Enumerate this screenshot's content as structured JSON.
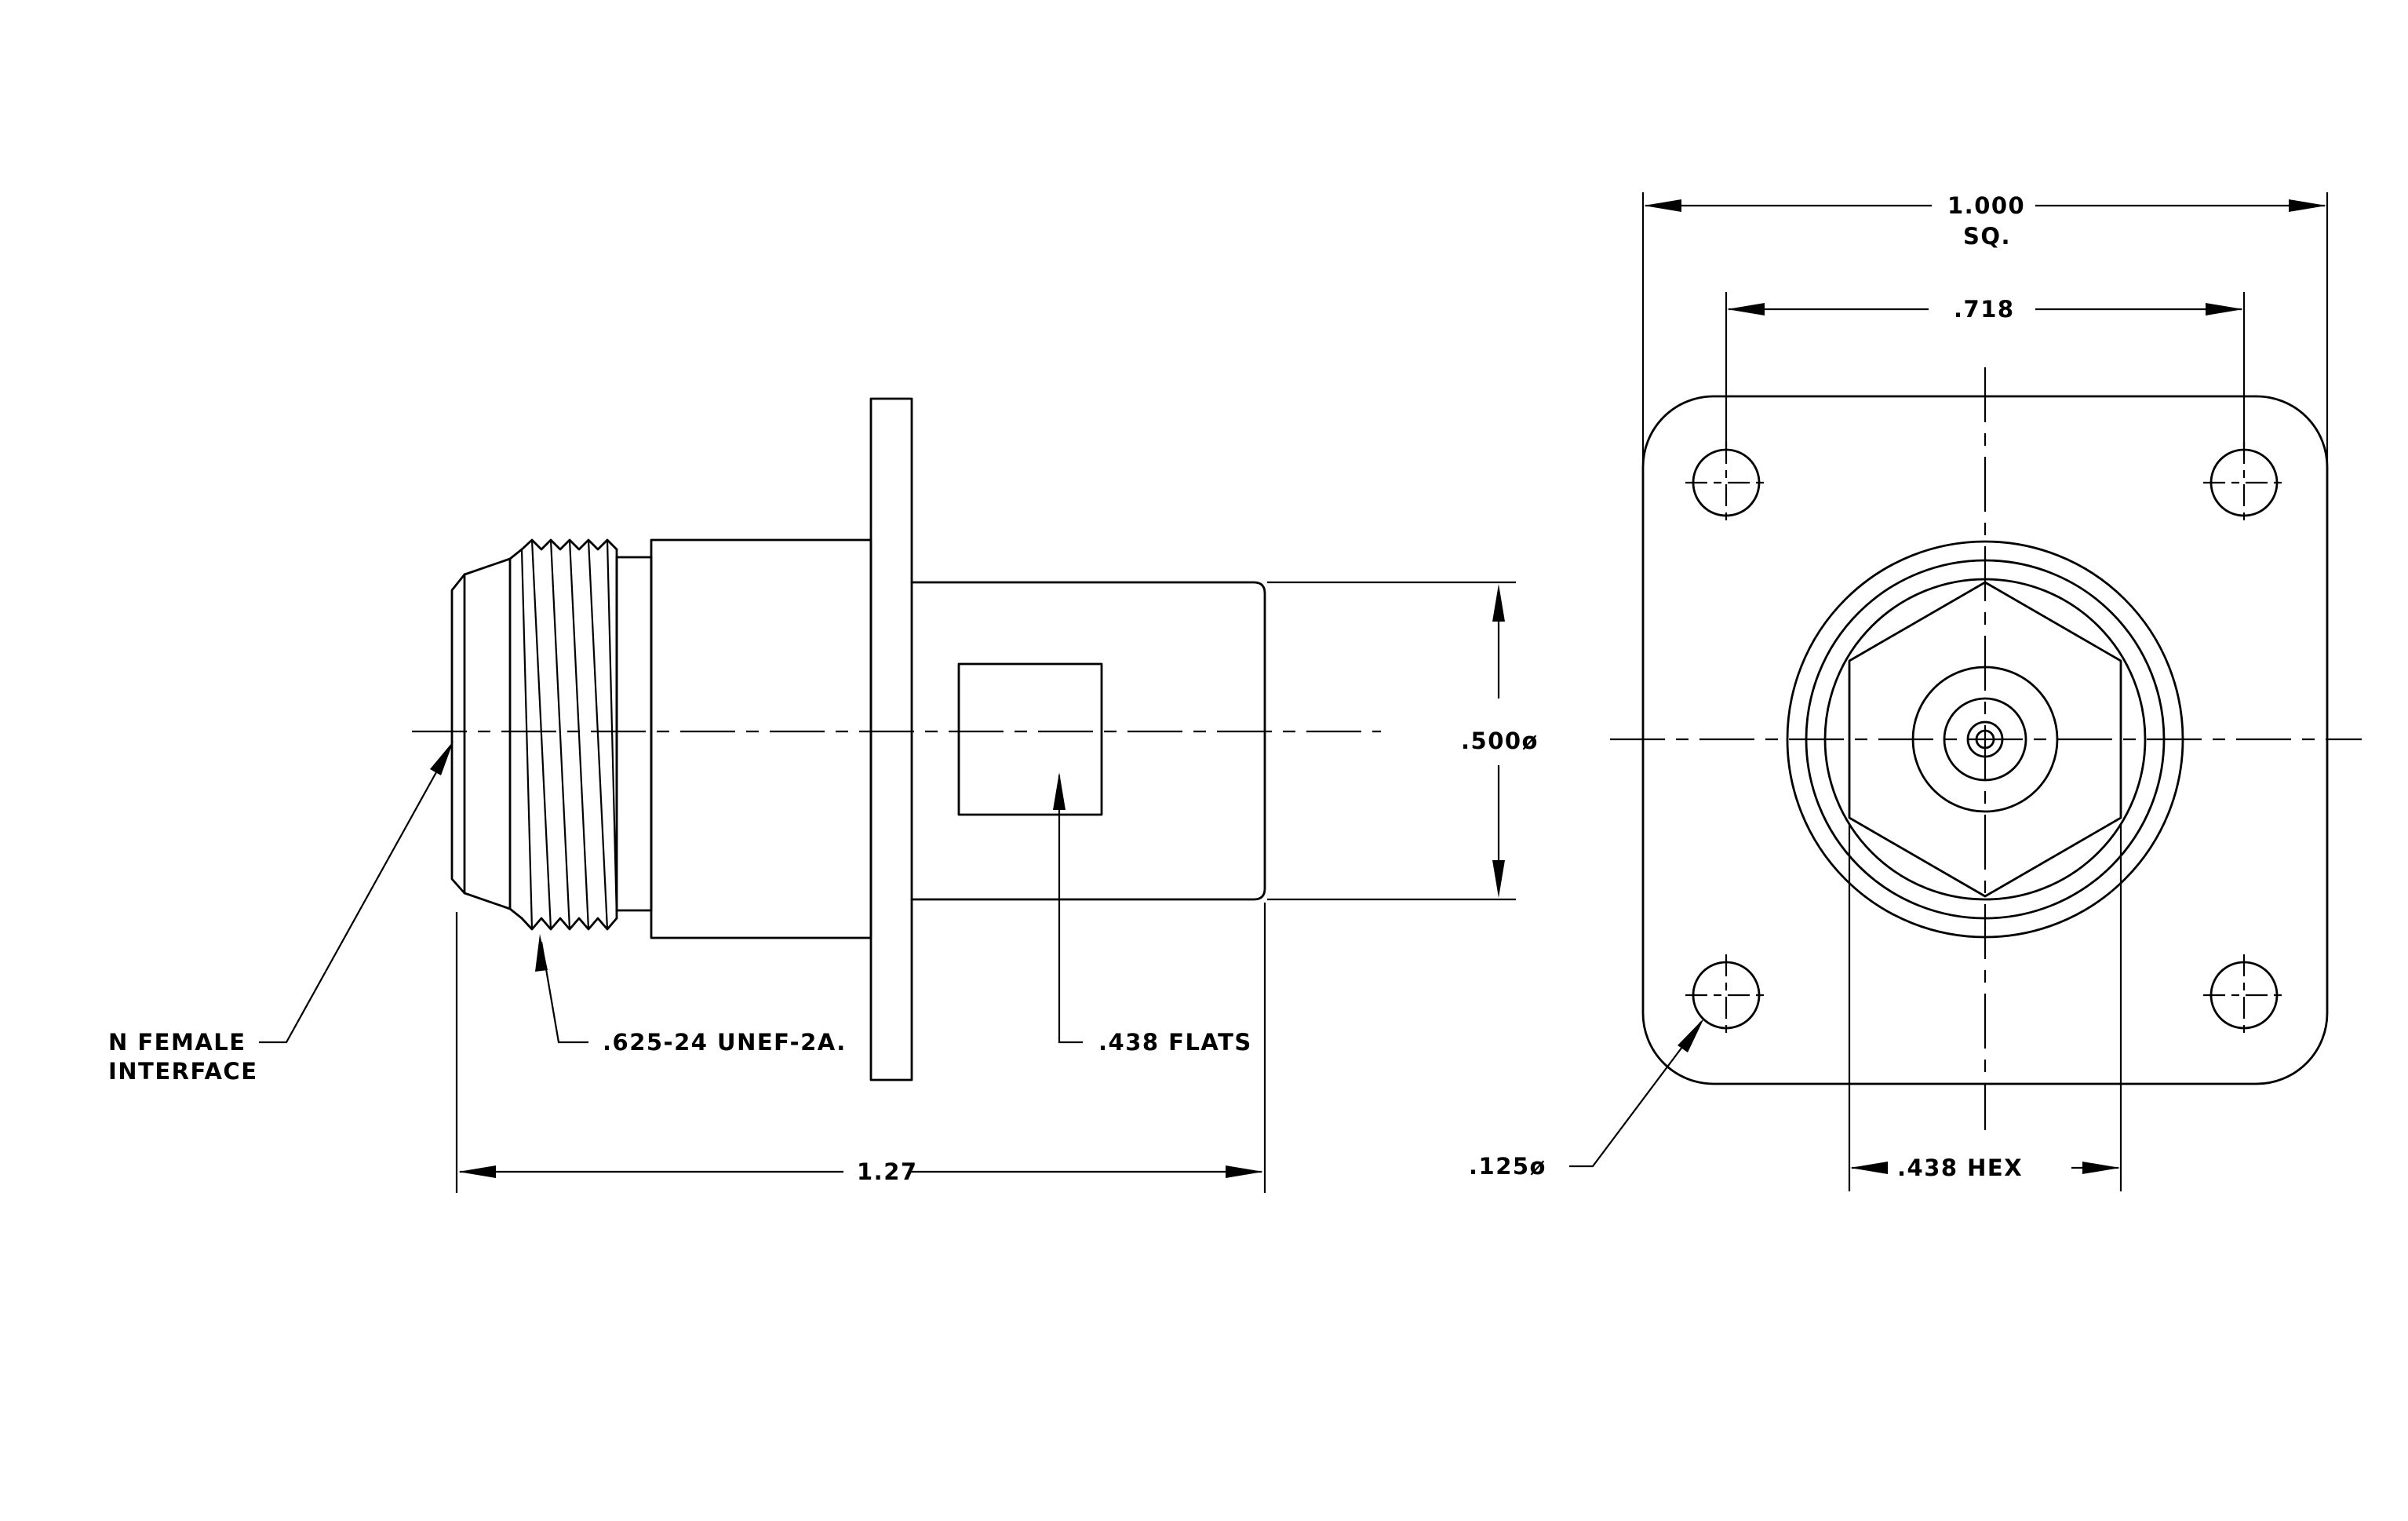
{
  "drawing": {
    "labels": {
      "n_female_line1": "N FEMALE",
      "n_female_line2": "INTERFACE",
      "thread": ".625-24 UNEF-2A.",
      "flats": ".438 FLATS",
      "overall_length": "1.27",
      "body_diameter": ".500ø",
      "flange_size": "1.000",
      "flange_size_suffix": "SQ.",
      "hole_spacing": ".718",
      "hole_diameter": ".125ø",
      "hex_size": ".438 HEX"
    }
  }
}
